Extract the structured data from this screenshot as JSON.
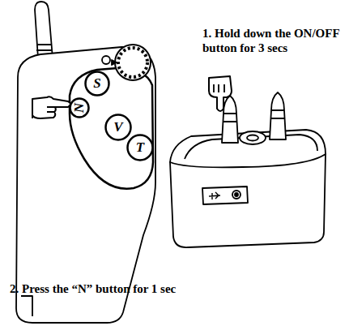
{
  "diagram": {
    "nodes": [
      {
        "text": [
          "S"
        ]
      },
      {
        "text": [
          "N"
        ]
      },
      {
        "text": [
          "V"
        ]
      },
      {
        "text": [
          "T"
        ]
      }
    ],
    "labels": [
      "1. Hold down the ON/OFF button for 3 secs",
      "2. Press the “N” button for 1 sec"
    ]
  }
}
